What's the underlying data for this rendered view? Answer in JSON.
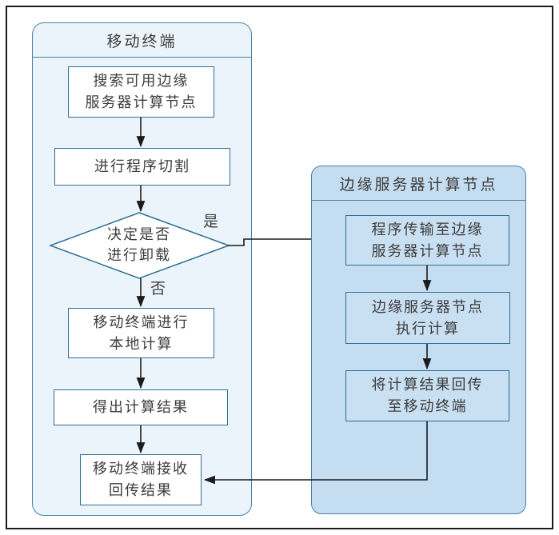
{
  "figure": {
    "type": "flowchart",
    "description": "Mobile edge computing offloading decision flow"
  },
  "mobile_lane": {
    "title": "移动终端",
    "nodes": [
      {
        "id": "search-edge-nodes",
        "label": "搜索可用边缘\n服务器计算节点"
      },
      {
        "id": "program-partition",
        "label": "进行程序切割"
      },
      {
        "id": "offload-decision",
        "label": "决定是否\n进行卸载",
        "shape": "diamond"
      },
      {
        "id": "local-compute",
        "label": "移动终端进行\n本地计算"
      },
      {
        "id": "compute-result",
        "label": "得出计算结果"
      },
      {
        "id": "receive-result",
        "label": "移动终端接收\n回传结果"
      }
    ]
  },
  "edge_lane": {
    "title": "边缘服务器计算节点",
    "nodes": [
      {
        "id": "transfer-program",
        "label": "程序传输至边缘\n服务器计算节点"
      },
      {
        "id": "execute-compute",
        "label": "边缘服务器节点\n执行计算"
      },
      {
        "id": "return-result",
        "label": "将计算结果回传\n至移动终端"
      }
    ]
  },
  "edge_labels": {
    "yes": "是",
    "no": "否"
  },
  "colors": {
    "lane-left-fill": "#ebf4fa",
    "lane-right-fill": "#c5ddf1",
    "lane-border": "#4d80a2",
    "node-border": "#2e6f92",
    "node-left-fill": "#ffffff",
    "node-right-fill": "#c9dff2",
    "line-color": "#1b1b1b",
    "text-color": "#3c3c3c"
  }
}
